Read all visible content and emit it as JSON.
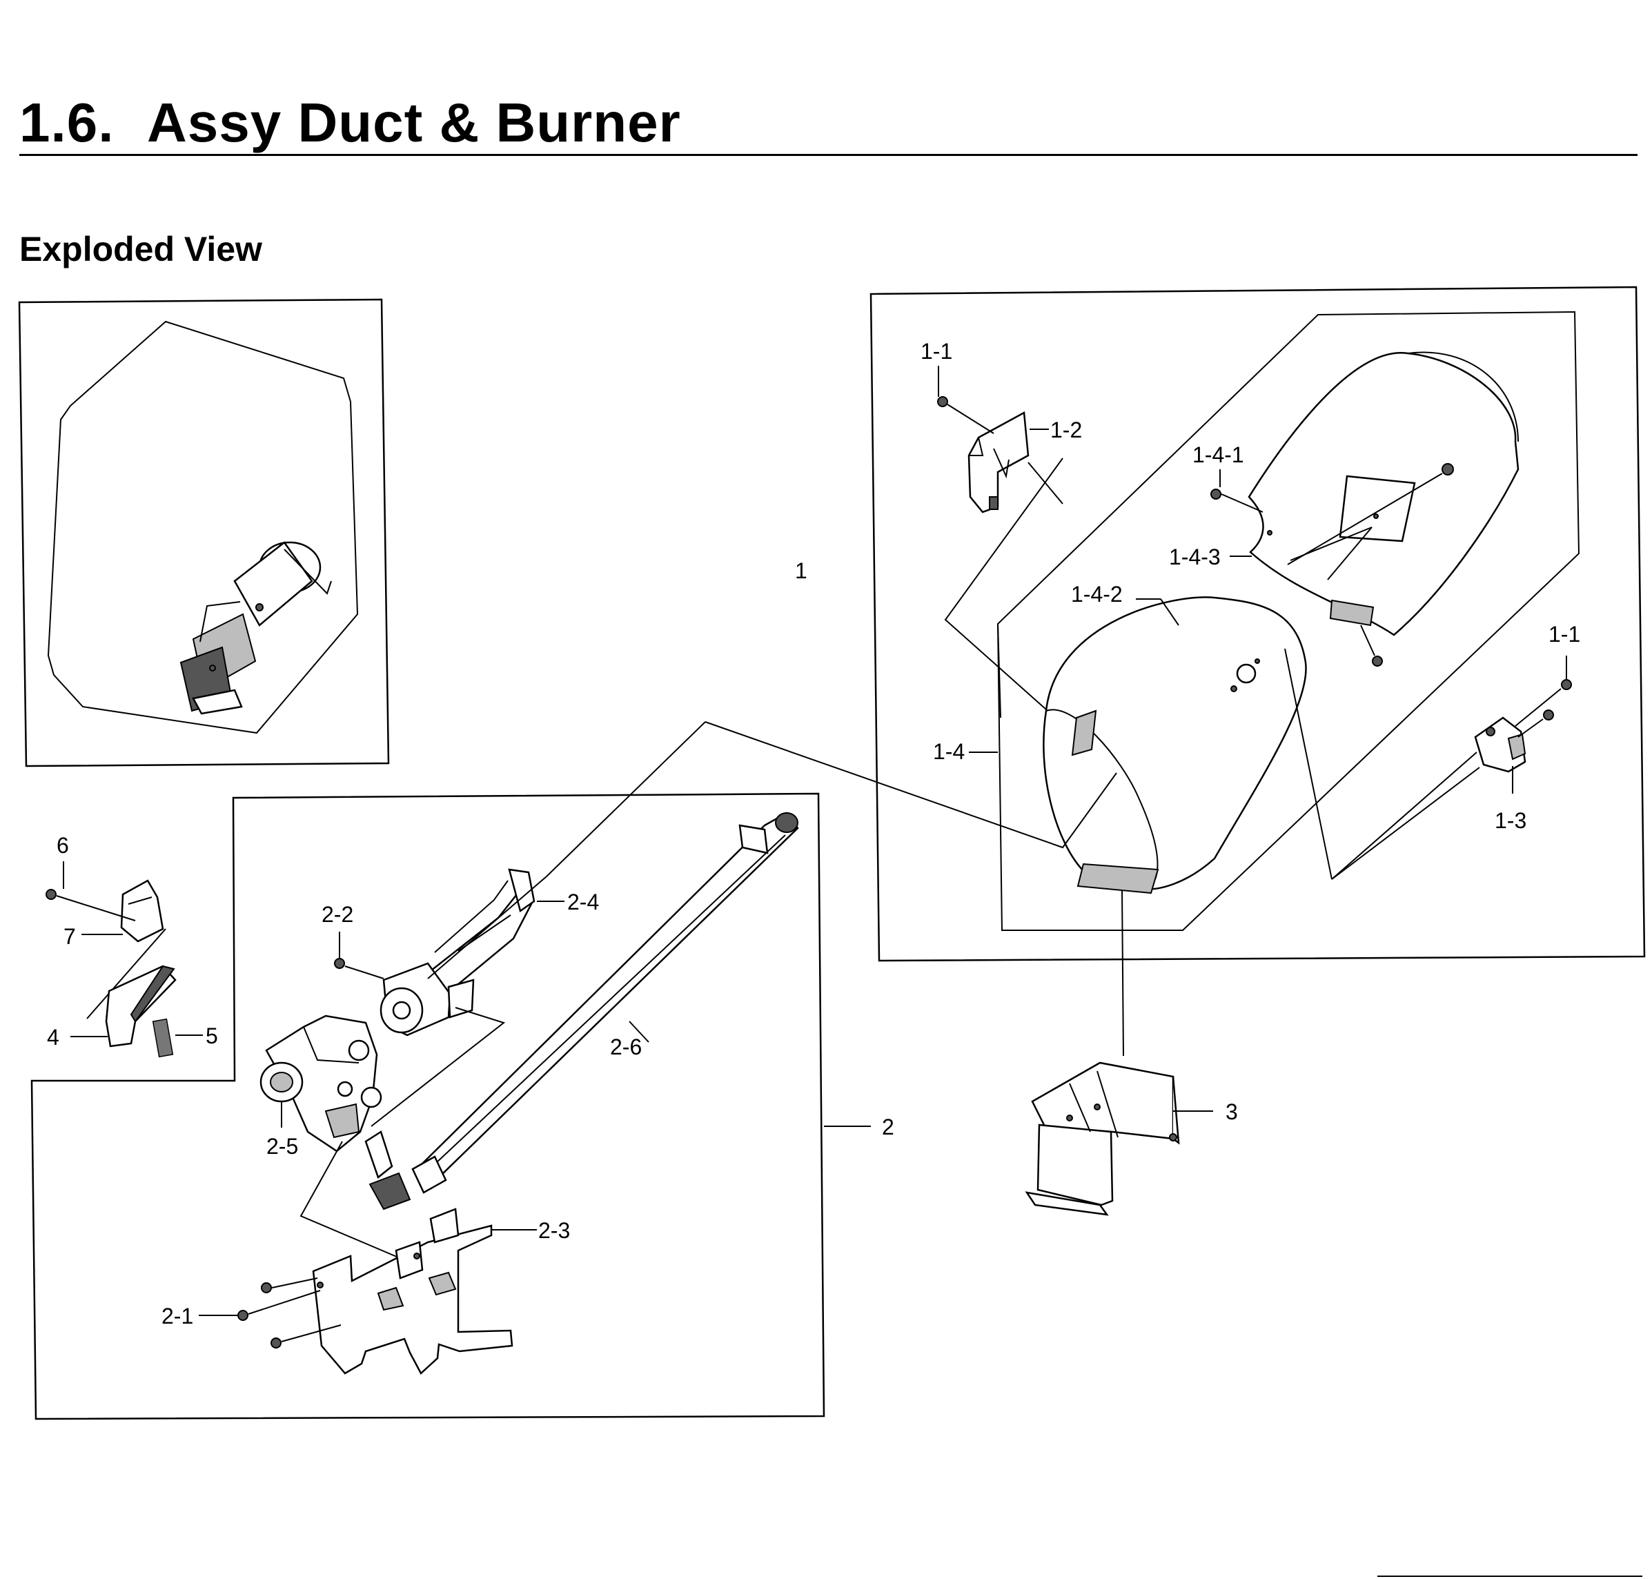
{
  "header": {
    "section_number": "1.6.",
    "title": "Assy Duct & Burner"
  },
  "section_heading": "Exploded View",
  "callouts": {
    "c1": "1",
    "c1_1_top": "1-1",
    "c1_1_right": "1-1",
    "c1_2": "1-2",
    "c1_3": "1-3",
    "c1_4": "1-4",
    "c1_4_1": "1-4-1",
    "c1_4_2": "1-4-2",
    "c1_4_3": "1-4-3",
    "c2": "2",
    "c2_1": "2-1",
    "c2_2": "2-2",
    "c2_3": "2-3",
    "c2_4": "2-4",
    "c2_5": "2-5",
    "c2_6": "2-6",
    "c3": "3",
    "c4": "4",
    "c5": "5",
    "c6": "6",
    "c7": "7"
  },
  "icons": {
    "overview": "dryer-cabinet-overview-icon",
    "screw": "screw-icon",
    "duct": "duct-cylinder-icon",
    "burner": "burner-tube-icon",
    "valve": "gas-valve-icon",
    "bracket": "mounting-bracket-icon"
  },
  "colors": {
    "ink": "#000000",
    "paper": "#ffffff",
    "shade": "#bdbdbd"
  }
}
